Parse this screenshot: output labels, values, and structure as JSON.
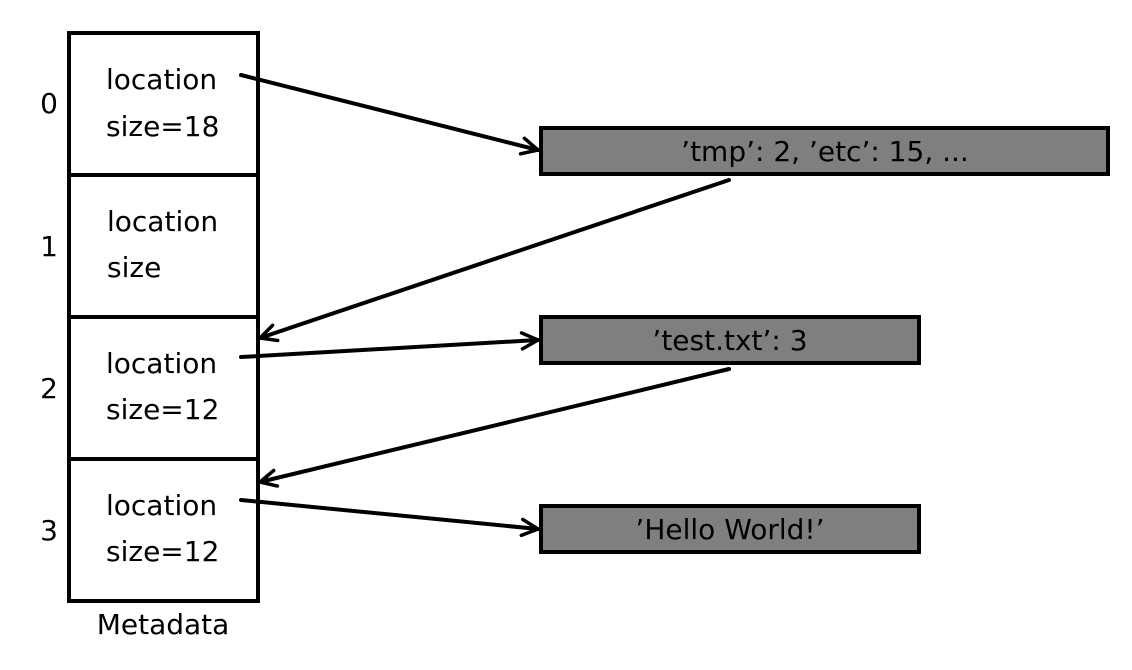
{
  "metadata_table": {
    "caption": "Metadata",
    "rows": [
      {
        "index": "0",
        "line1": "location",
        "line2": "size=18"
      },
      {
        "index": "1",
        "line1": "location",
        "line2": "size"
      },
      {
        "index": "2",
        "line1": "location",
        "line2": "size=12"
      },
      {
        "index": "3",
        "line1": "location",
        "line2": "size=12"
      }
    ]
  },
  "data_blocks": [
    {
      "text": "’tmp’: 2, ’etc’: 15, ..."
    },
    {
      "text": "’test.txt’: 3"
    },
    {
      "text": "’Hello World!’"
    }
  ],
  "colors": {
    "block_fill": "#7f7f7f",
    "stroke": "#000000",
    "background": "#ffffff"
  }
}
